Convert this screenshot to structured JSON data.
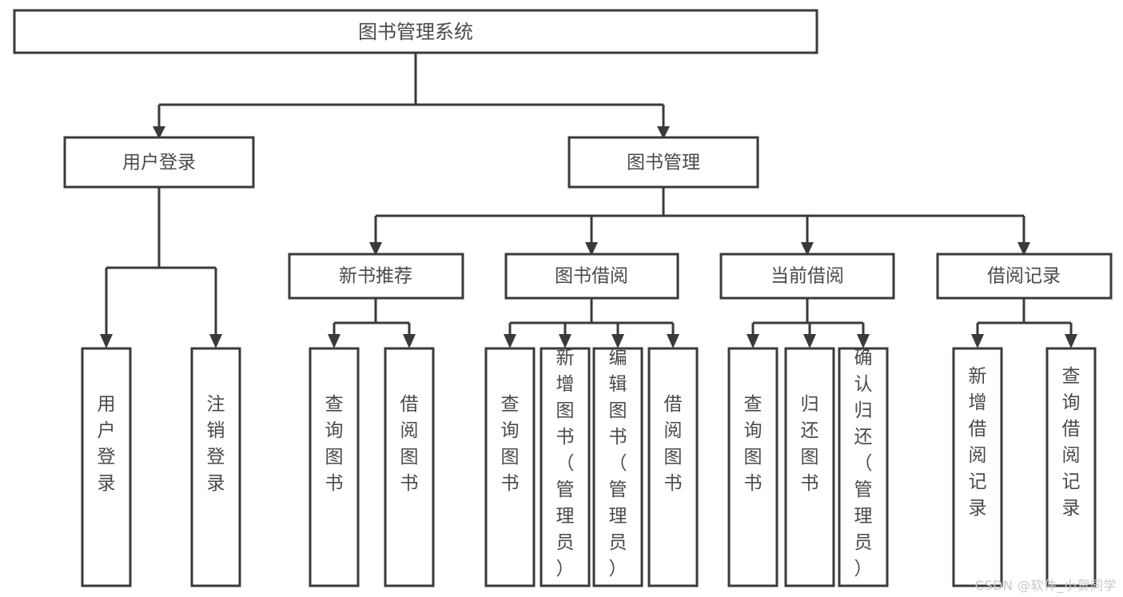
{
  "diagram": {
    "title": "图书管理系统",
    "watermark": "CSDN @软件_小贺同学",
    "levels": {
      "root": {
        "label": "图书管理系统"
      },
      "level2": [
        {
          "label": "用户登录"
        },
        {
          "label": "图书管理"
        }
      ],
      "level3": [
        {
          "label": "新书推荐"
        },
        {
          "label": "图书借阅"
        },
        {
          "label": "当前借阅"
        },
        {
          "label": "借阅记录"
        }
      ],
      "leaves": {
        "user_login": [
          {
            "label": "用户登录"
          },
          {
            "label": "注销登录"
          }
        ],
        "new_book_recommend": [
          {
            "label": "查询图书"
          },
          {
            "label": "借阅图书"
          }
        ],
        "book_borrow": [
          {
            "label": "查询图书"
          },
          {
            "label": "新增图书（管理员）"
          },
          {
            "label": "编辑图书（管理员）"
          },
          {
            "label": "借阅图书"
          }
        ],
        "current_borrow": [
          {
            "label": "查询图书"
          },
          {
            "label": "归还图书"
          },
          {
            "label": "确认归还（管理员）"
          }
        ],
        "borrow_record": [
          {
            "label": "新增借阅记录"
          },
          {
            "label": "查询借阅记录"
          }
        ]
      }
    },
    "colors": {
      "box_stroke": "#3a3a3a",
      "box_fill": "#ffffff",
      "text": "#4a4a4a",
      "watermark": "#c9c9c9",
      "background": "#ffffff"
    }
  }
}
